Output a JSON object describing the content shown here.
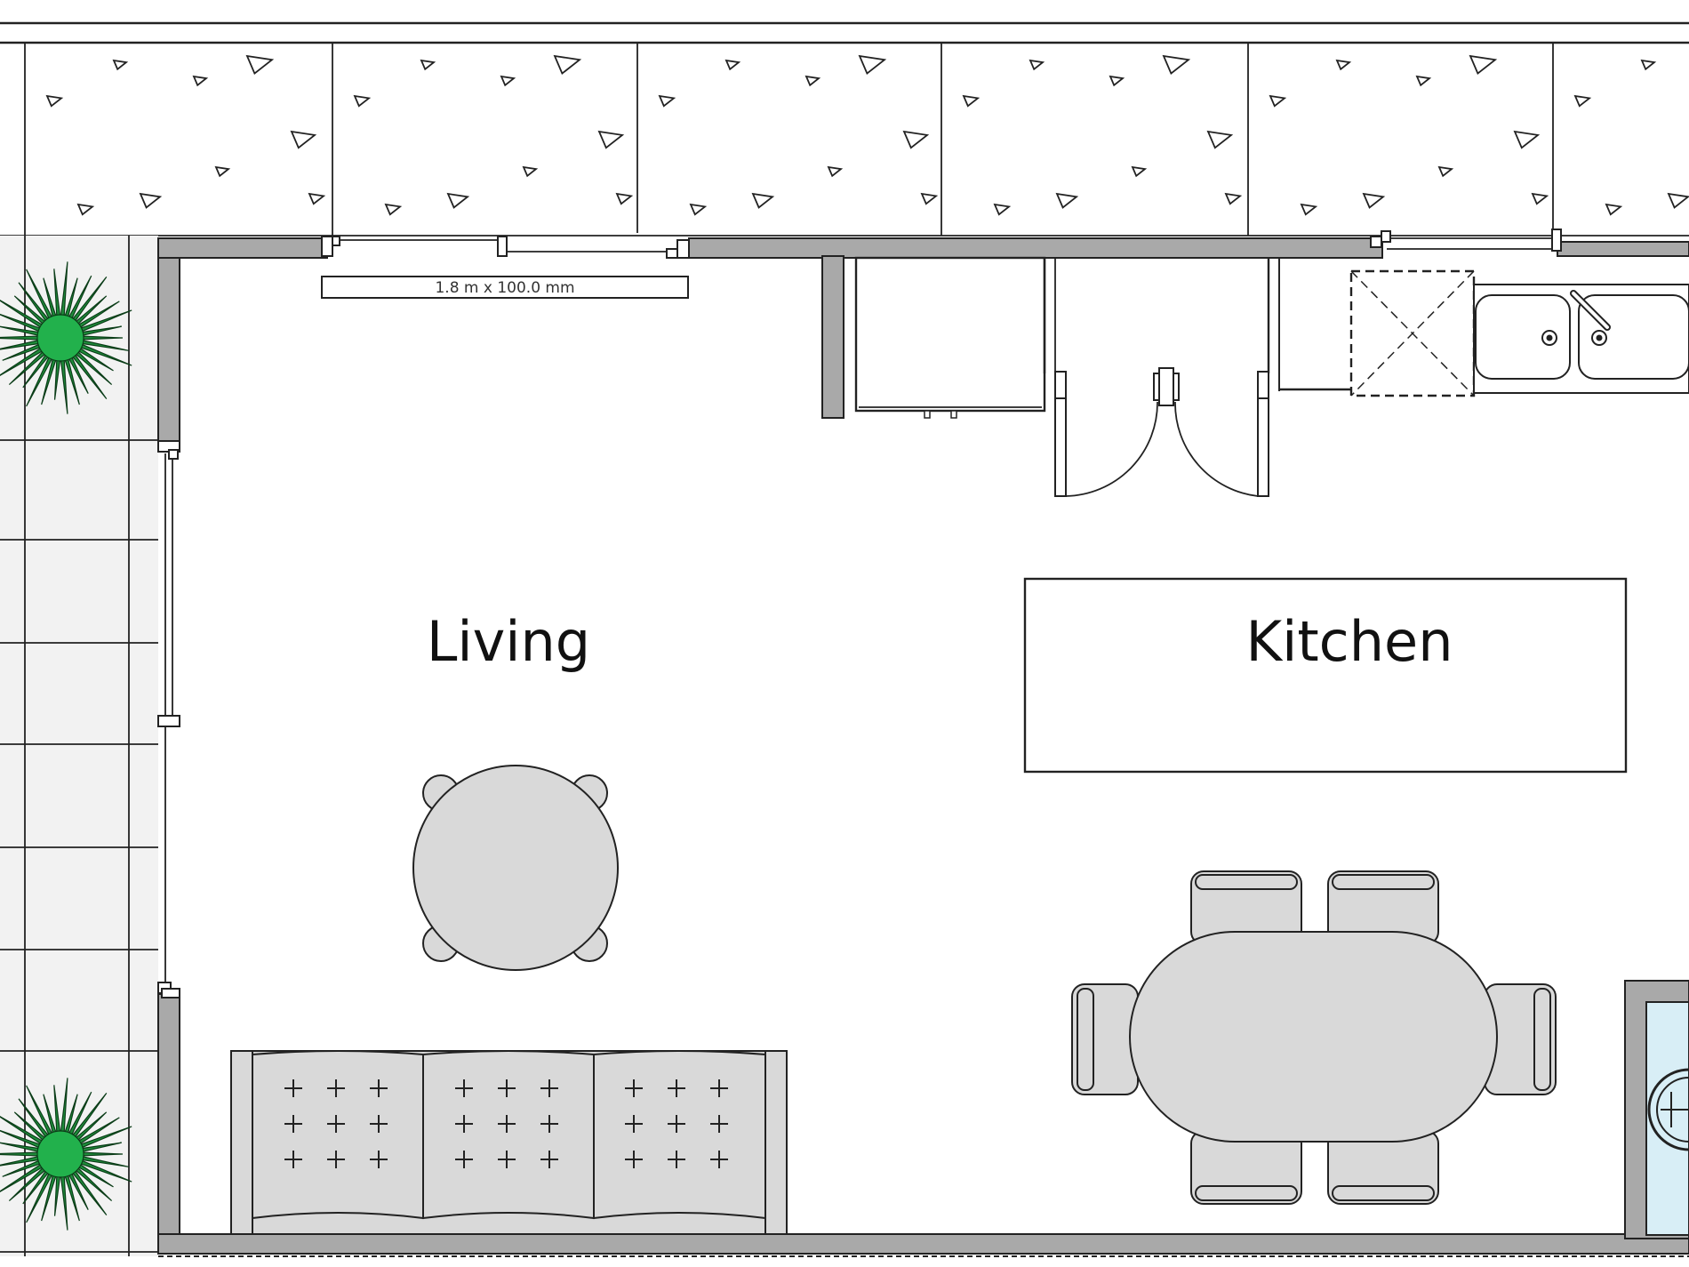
{
  "labels": {
    "living": "Living",
    "kitchen": "Kitchen",
    "window_dimension": "1.8 m x 100.0 mm"
  },
  "colors": {
    "wall": "#a9a9a9",
    "furniture": "#d9d9d9",
    "plant": "#1e8c3a",
    "plant_center": "#22b14c",
    "paving": "#f2f2f2",
    "water": "#d8eef6",
    "line": "#222222"
  },
  "icons": {
    "plants": "spiky-plant-icon",
    "sink": "double-sink-icon",
    "stove": "cooktop-icon",
    "sofa": "three-seat-sofa-icon",
    "round_table": "round-table-with-chairs-icon",
    "dining_table": "oval-dining-table-with-six-chairs-icon",
    "gravel": "gravel-pattern-icon"
  }
}
